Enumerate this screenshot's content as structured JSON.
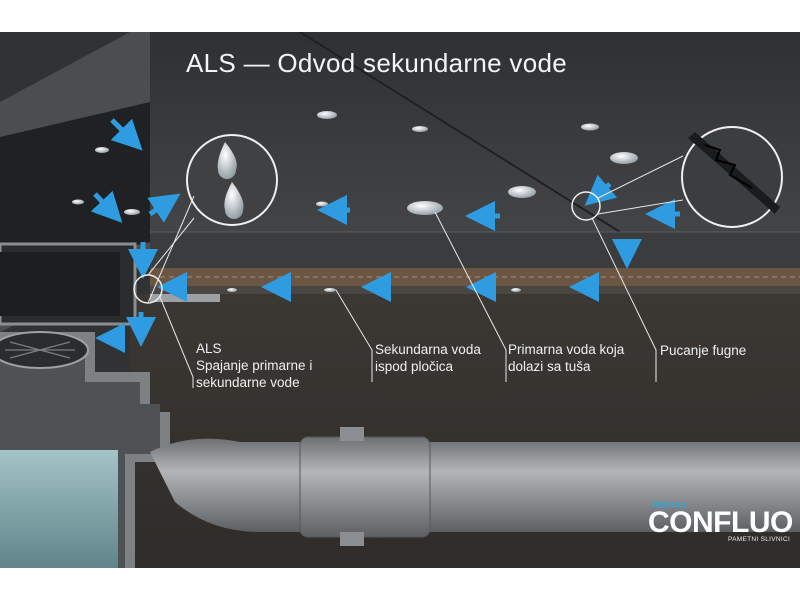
{
  "title": "ALS — Odvod sekundarne vode",
  "labels": {
    "als_line1": "ALS",
    "als_line2": "Spajanje primarne i",
    "als_line3": "sekundarne vode",
    "secondary_line1": "Sekundarna voda",
    "secondary_line2": "ispod pločica",
    "primary_line1": "Primarna voda koja",
    "primary_line2": "dolazi sa tuša",
    "crack": "Pucanje fugne"
  },
  "logo": {
    "small": "PEŠTAN",
    "main": "CONFLUO",
    "sub": "PAMETNI SLIVNICI"
  },
  "colors": {
    "arrow": "#2f9be0",
    "background": "#2b2d2f",
    "tile": "#3a3c3e",
    "screed": "#3d3a36",
    "membrane": "#6b5644",
    "pipe": "#8c8f92",
    "water": "#8fb3b8"
  }
}
